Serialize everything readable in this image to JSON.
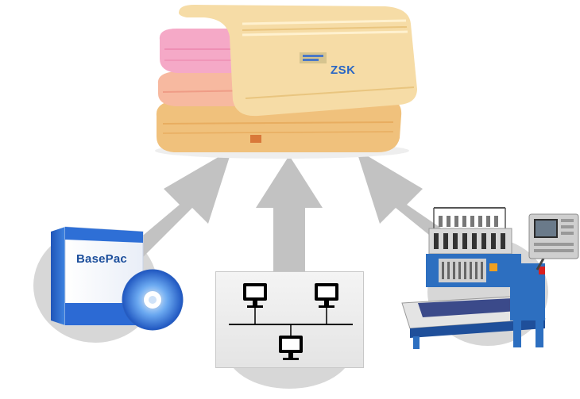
{
  "products": {
    "towels": {
      "brand_text": "ZSK"
    },
    "software": {
      "box_label": "BasePac"
    },
    "network": {},
    "machine": {}
  },
  "colors": {
    "arrow": "#c2c2c2",
    "shadow_disc": "#d5d5d5",
    "software_box": "#2b6ad0",
    "towel_yellow": "#f3d9a2",
    "towel_orange": "#f0bf7c",
    "towel_pink": "#f4a9c6",
    "machine_blue": "#2d6fc0"
  },
  "icons": [
    "towel-stack-image",
    "software-box-icon",
    "cd-disc-icon",
    "network-diagram-icon",
    "monitor-icon",
    "embroidery-machine-image",
    "up-arrow"
  ]
}
